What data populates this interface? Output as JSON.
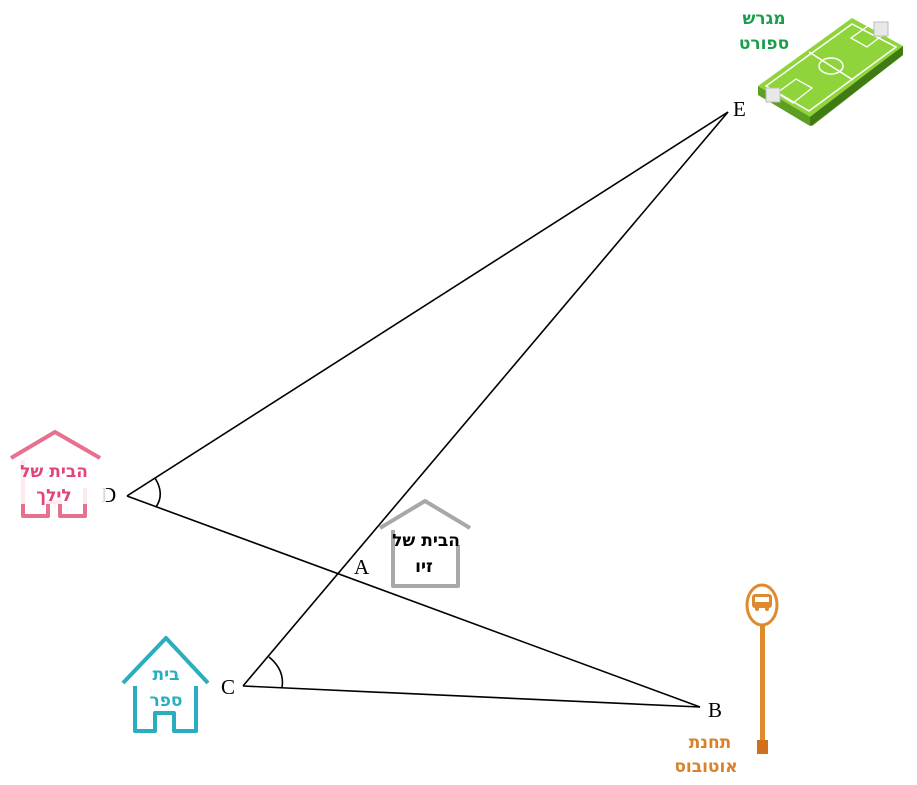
{
  "points": {
    "A": "A",
    "B": "B",
    "C": "C",
    "D": "D",
    "E": "E"
  },
  "places": {
    "sports_field": {
      "line1": "מגרש",
      "line2": "ספורט",
      "color": "#1a9e4b"
    },
    "lilach_house": {
      "line1": "הבית של",
      "line2": "לילך",
      "color": "#e0457b"
    },
    "ziv_house": {
      "line1": "הבית של",
      "line2": "זיו",
      "color": "#9a9a9a"
    },
    "school": {
      "line1": "בית",
      "line2": "ספר",
      "color": "#2aaebf"
    },
    "bus_stop": {
      "line1": "תחנת",
      "line2": "אוטובוס",
      "color": "#d9822b"
    }
  },
  "segments": [
    "DE",
    "CE",
    "DB",
    "CB"
  ],
  "marked_angles": [
    "D",
    "C"
  ]
}
